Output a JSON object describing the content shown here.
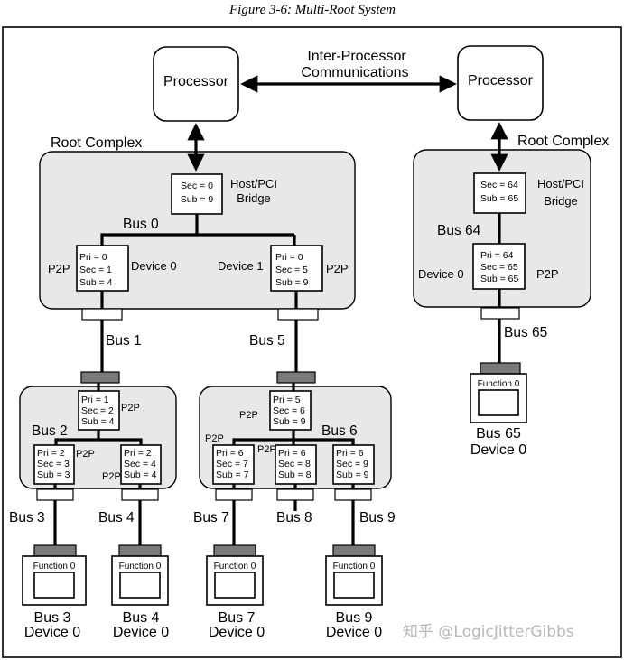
{
  "caption": "Figure 3-6: Multi-Root System",
  "processor_left": "Processor",
  "processor_right": "Processor",
  "ipc_line1": "Inter-Processor",
  "ipc_line2": "Communications",
  "root_complex_left": "Root Complex",
  "root_complex_right": "Root Complex",
  "host_bridge_line1": "Host/PCI",
  "host_bridge_line2": "Bridge",
  "bridges": {
    "hb1": [
      "Sec = 0",
      "Sub = 9"
    ],
    "rcd0": [
      "Pri = 0",
      "Sec = 1",
      "Sub = 4"
    ],
    "rcd1": [
      "Pri = 0",
      "Sec = 5",
      "Sub = 9"
    ],
    "sw1up": [
      "Pri = 1",
      "Sec = 2",
      "Sub = 4"
    ],
    "sw1a": [
      "Pri = 2",
      "Sec = 3",
      "Sub = 3"
    ],
    "sw1b": [
      "Pri = 2",
      "Sec = 4",
      "Sub = 4"
    ],
    "sw2up": [
      "Pri = 5",
      "Sec = 6",
      "Sub = 9"
    ],
    "sw2a": [
      "Pri = 6",
      "Sec = 7",
      "Sub = 7"
    ],
    "sw2b": [
      "Pri = 6",
      "Sec = 8",
      "Sub = 8"
    ],
    "sw2c": [
      "Pri = 6",
      "Sec = 9",
      "Sub = 9"
    ],
    "hb2": [
      "Sec = 64",
      "Sub = 65"
    ],
    "rc2d0": [
      "Pri = 64",
      "Sec = 65",
      "Sub = 65"
    ]
  },
  "p2p": "P2P",
  "device0": "Device 0",
  "device1": "Device 1",
  "bus_labels": {
    "bus0": "Bus 0",
    "bus1": "Bus 1",
    "bus2": "Bus 2",
    "bus3": "Bus 3",
    "bus4": "Bus 4",
    "bus5": "Bus 5",
    "bus6": "Bus 6",
    "bus7": "Bus 7",
    "bus8": "Bus 8",
    "bus9": "Bus 9",
    "bus64": "Bus 64",
    "bus65": "Bus 65"
  },
  "function0": "Function 0",
  "endpoints": [
    {
      "bus": "Bus 3",
      "dev": "Device 0"
    },
    {
      "bus": "Bus 4",
      "dev": "Device 0"
    },
    {
      "bus": "Bus 7",
      "dev": "Device 0"
    },
    {
      "bus": "Bus 9",
      "dev": "Device 0"
    },
    {
      "bus": "Bus 65",
      "dev": "Device 0"
    }
  ],
  "watermark": "知乎 @LogicJitterGibbs"
}
